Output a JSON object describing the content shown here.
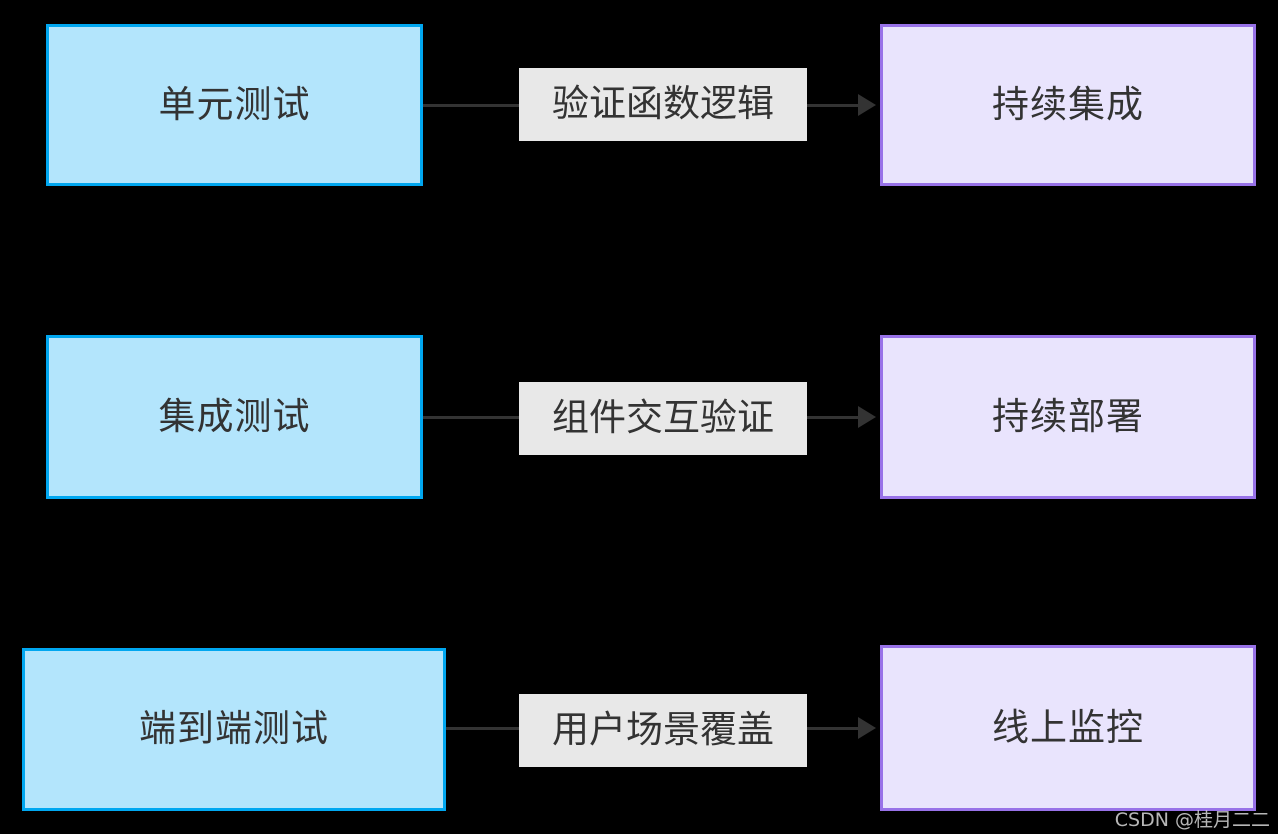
{
  "diagram": {
    "type": "flowchart",
    "direction": "left-to-right",
    "background_color": "#000000",
    "rows": [
      {
        "id": "row-1",
        "source": {
          "label": "单元测试",
          "fill": "#B3E5FC",
          "border": "#00A7F0",
          "text_color": "#333333"
        },
        "edge_label": {
          "label": "验证函数逻辑",
          "background": "#E8E8E8",
          "text_color": "#333333"
        },
        "target": {
          "label": "持续集成",
          "fill": "#E9E4FD",
          "border": "#9872E8",
          "text_color": "#333333"
        }
      },
      {
        "id": "row-2",
        "source": {
          "label": "集成测试",
          "fill": "#B3E5FC",
          "border": "#00A7F0",
          "text_color": "#333333"
        },
        "edge_label": {
          "label": "组件交互验证",
          "background": "#E8E8E8",
          "text_color": "#333333"
        },
        "target": {
          "label": "持续部署",
          "fill": "#E9E4FD",
          "border": "#9872E8",
          "text_color": "#333333"
        }
      },
      {
        "id": "row-3",
        "source": {
          "label": "端到端测试",
          "fill": "#B3E5FC",
          "border": "#00A7F0",
          "text_color": "#333333"
        },
        "edge_label": {
          "label": "用户场景覆盖",
          "background": "#E8E8E8",
          "text_color": "#333333"
        },
        "target": {
          "label": "线上监控",
          "fill": "#E9E4FD",
          "border": "#9872E8",
          "text_color": "#333333"
        }
      }
    ],
    "edge_color": "#333333"
  },
  "watermark": {
    "text": "CSDN @桂月二二"
  }
}
